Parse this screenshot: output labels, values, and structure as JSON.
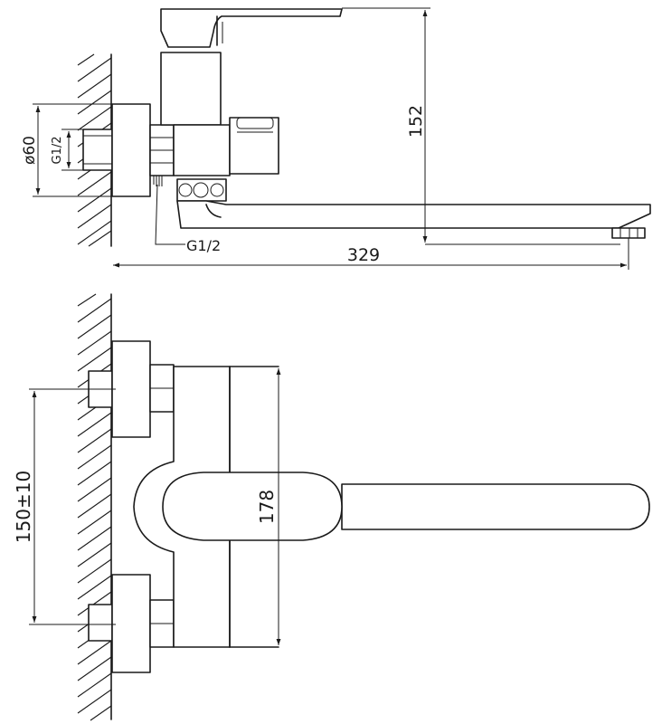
{
  "drawing": {
    "top_view": {
      "dimensions": {
        "diameter": "ø60",
        "thread_inlet": "G1/2",
        "thread_outlet": "G1/2",
        "height": "152",
        "length": "329"
      }
    },
    "front_view": {
      "dimensions": {
        "centre_distance": "150±10",
        "body_height": "178"
      }
    },
    "colors": {
      "line": "#1a1a1a",
      "background": "#ffffff"
    }
  }
}
